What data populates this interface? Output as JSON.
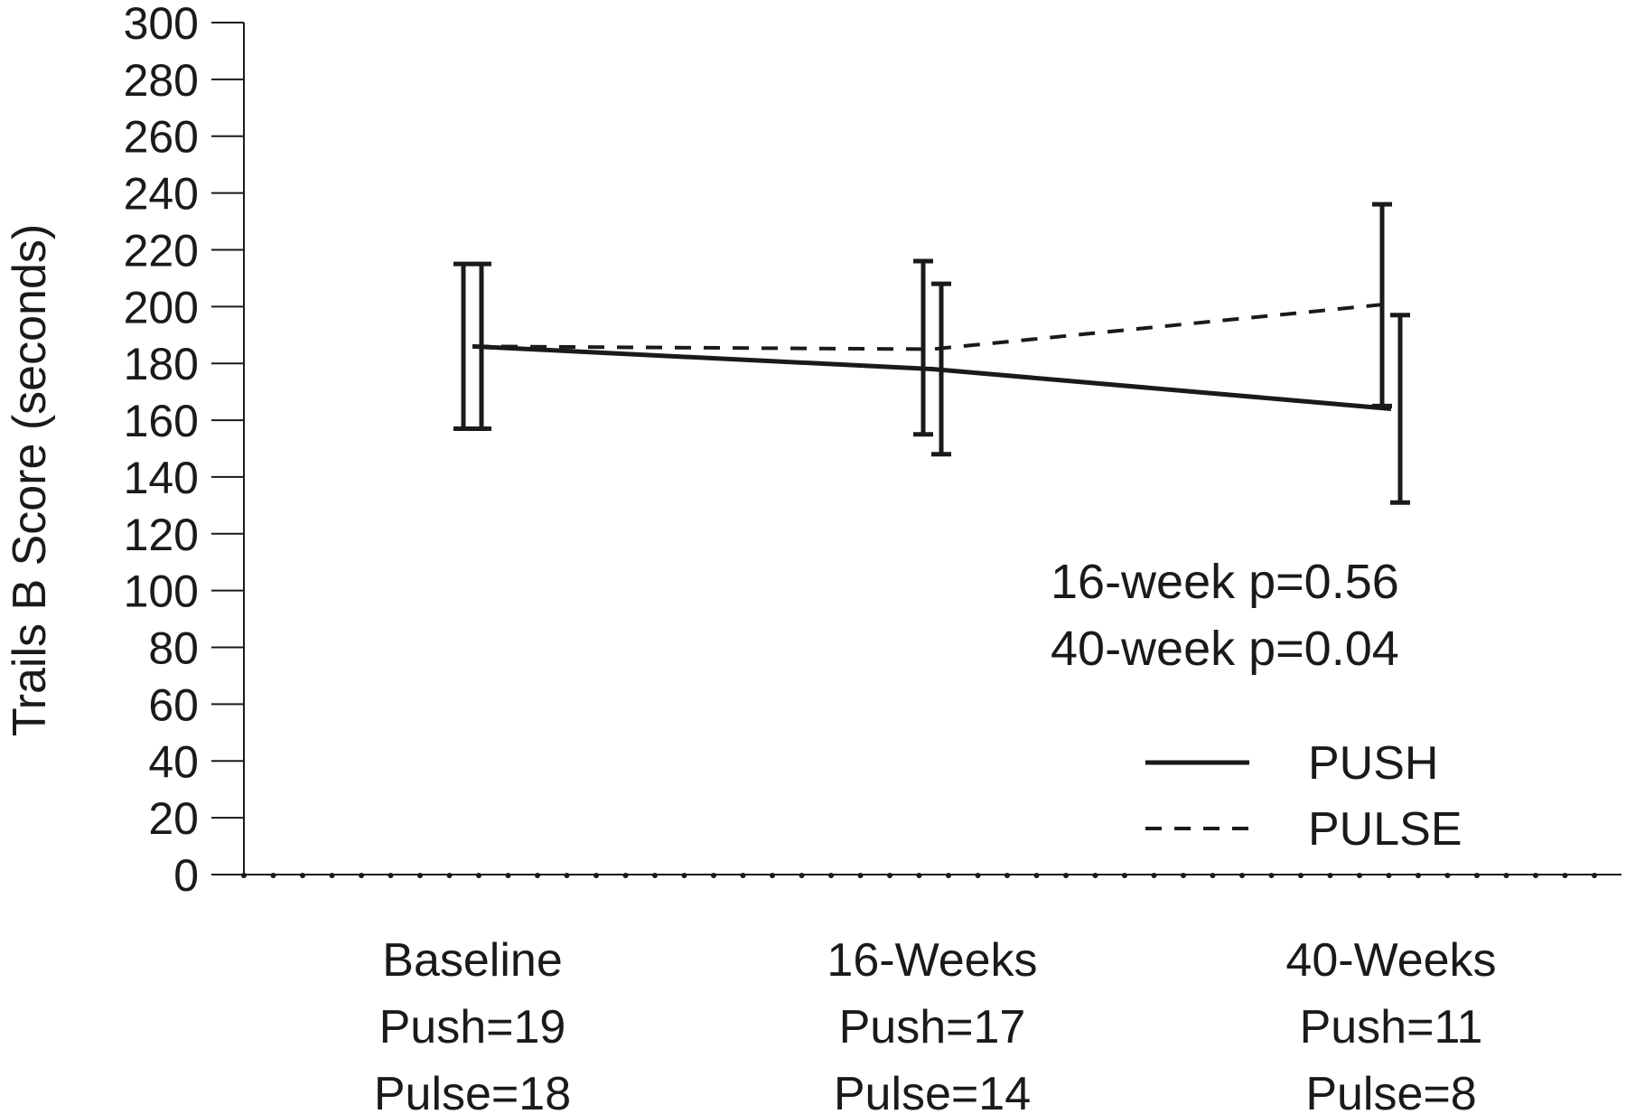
{
  "chart_data": {
    "type": "line",
    "ylabel": "Trails B Score (seconds)",
    "xlabel": "",
    "ylim": [
      0,
      300
    ],
    "yticks": [
      0,
      20,
      40,
      60,
      80,
      100,
      120,
      140,
      160,
      180,
      200,
      220,
      240,
      260,
      280,
      300
    ],
    "categories": [
      [
        "Baseline",
        "Push=19",
        "Pulse=18"
      ],
      [
        "16-Weeks",
        "Push=17",
        "Pulse=14"
      ],
      [
        "40-Weeks",
        "Push=11",
        "Pulse=8"
      ]
    ],
    "series": [
      {
        "name": "PUSH",
        "style": "solid",
        "values": [
          186,
          178,
          164
        ],
        "error_low": [
          157,
          148,
          131
        ],
        "error_high": [
          215,
          208,
          197
        ]
      },
      {
        "name": "PULSE",
        "style": "dashed",
        "values": [
          186,
          185,
          201
        ],
        "error_low": [
          157,
          155,
          165
        ],
        "error_high": [
          215,
          216,
          236
        ]
      }
    ],
    "annotations": [
      "16-week p=0.56",
      "40-week p=0.04"
    ],
    "legend_position": "lower-right",
    "grid": false,
    "colors": {
      "line": "#1a1a1a",
      "background": "#ffffff"
    }
  }
}
